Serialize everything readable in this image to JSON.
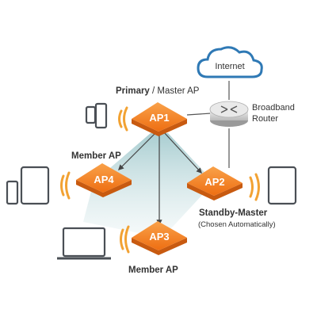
{
  "internet": {
    "label": "Internet"
  },
  "router": {
    "label_line1": "Broadband",
    "label_line2": "Router"
  },
  "primary": {
    "bold": "Primary",
    "rest": " / Master AP"
  },
  "aps": {
    "ap1": "AP1",
    "ap2": "AP2",
    "ap3": "AP3",
    "ap4": "AP4"
  },
  "labels": {
    "member_left": "Member AP",
    "member_bottom": "Member AP",
    "standby": "Standby-Master",
    "standby_sub": "(Chosen Automatically)"
  },
  "colors": {
    "ap_orange": "#f07a1f",
    "ap_dark": "#c85a10",
    "cloud_blue": "#2f79b5",
    "wave": "#f2a233",
    "device": "#4a4f55",
    "cone": "#bcd9dc"
  },
  "icons": [
    "cloud-icon",
    "router-icon",
    "phone-icon",
    "tablet-icon",
    "laptop-icon",
    "wifi-wave-icon"
  ]
}
